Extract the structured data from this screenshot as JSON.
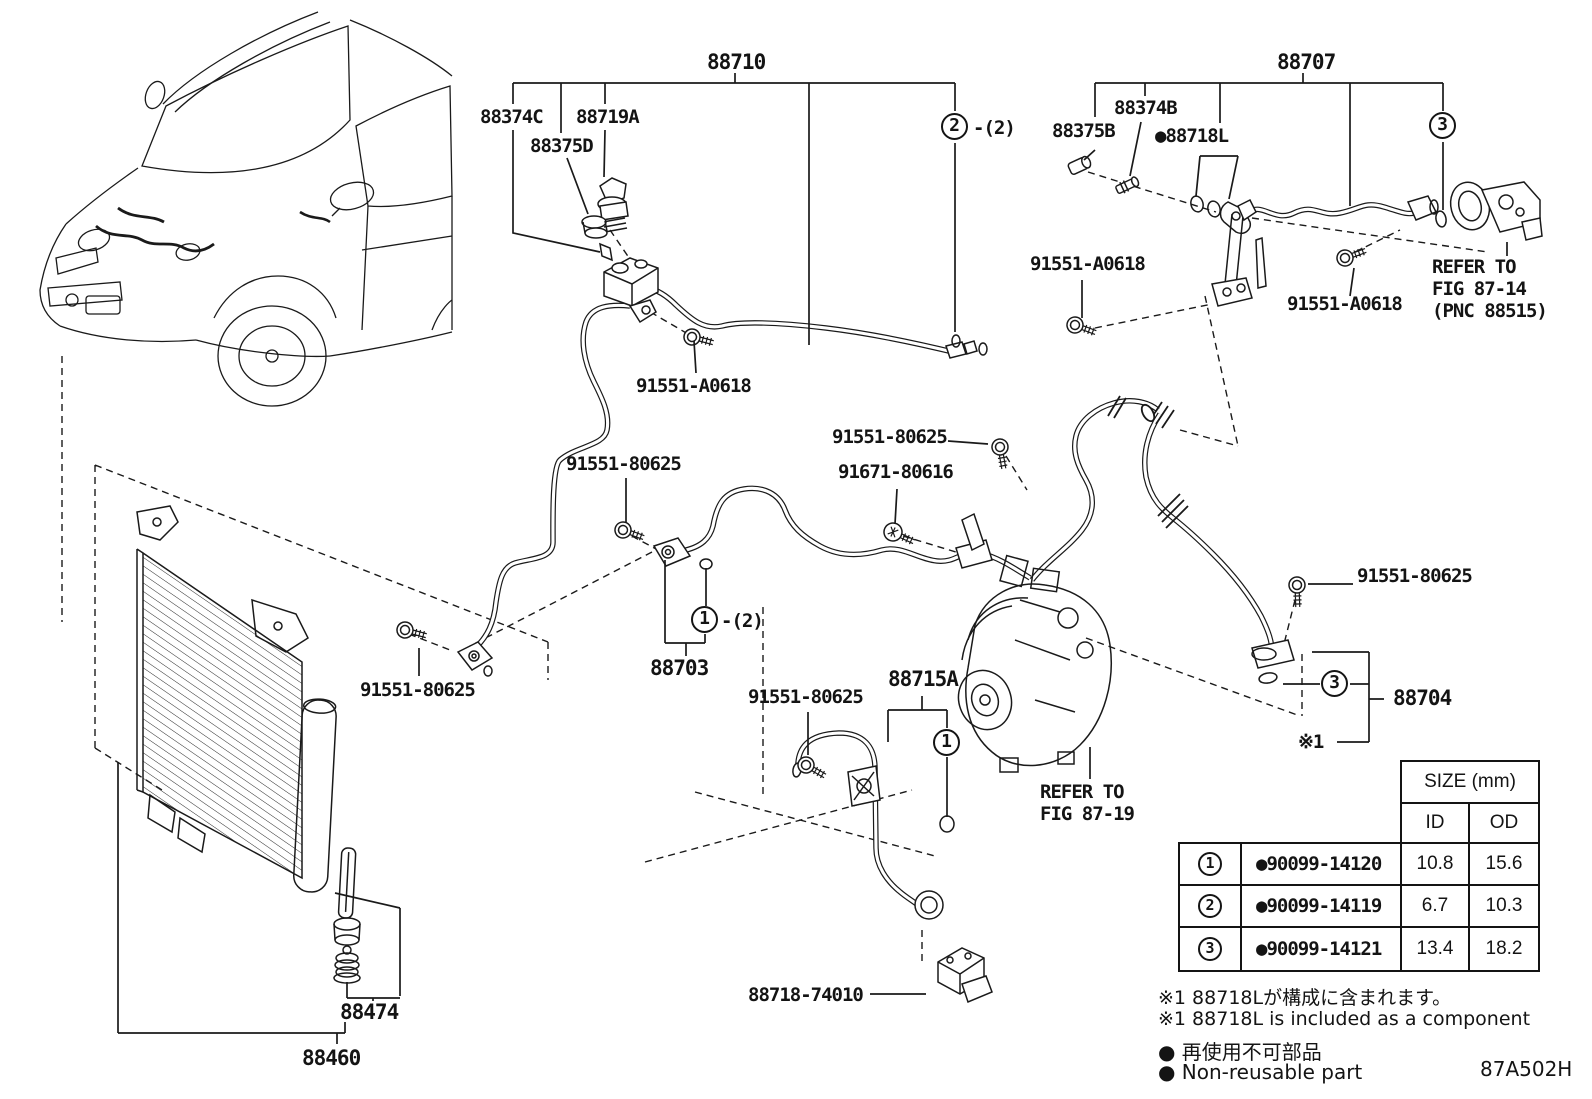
{
  "labels": {
    "p88710": "88710",
    "p88707": "88707",
    "p88374C": "88374C",
    "p88719A": "88719A",
    "p88375D": "88375D",
    "p88374B": "88374B",
    "p88375B": "88375B",
    "p88718L": "●88718L",
    "a0618": "91551-A0618",
    "b80625": "91551-80625",
    "b91671": "91671-80616",
    "p88703": "88703",
    "p88715A": "88715A",
    "p88704": "88704",
    "p88718_74010": "88718-74010",
    "p88474": "88474",
    "p88460": "88460",
    "qty2": "-(2)",
    "star1": "※1"
  },
  "markers": {
    "m1": "1",
    "m2": "2",
    "m3": "3"
  },
  "refer_fig_87_14": {
    "l1": "REFER TO",
    "l2": "FIG 87-14",
    "l3": "(PNC 88515)"
  },
  "refer_fig_87_19": {
    "l1": "REFER TO",
    "l2": "FIG 87-19"
  },
  "table": {
    "size_header": "SIZE (mm)",
    "col_id": "ID",
    "col_od": "OD",
    "rows": [
      {
        "no": "1",
        "part": "●90099-14120",
        "id": "10.8",
        "od": "15.6"
      },
      {
        "no": "2",
        "part": "●90099-14119",
        "id": "6.7",
        "od": "10.3"
      },
      {
        "no": "3",
        "part": "●90099-14121",
        "id": "13.4",
        "od": "18.2"
      }
    ]
  },
  "notes": {
    "jp_component": "※1 88718Lが構成に含まれます。",
    "en_component": "※1 88718L is included as a component",
    "jp_nonreusable": "● 再使用不可部品",
    "en_nonreusable": "● Non-reusable part",
    "drawing_code": "87A502H"
  }
}
